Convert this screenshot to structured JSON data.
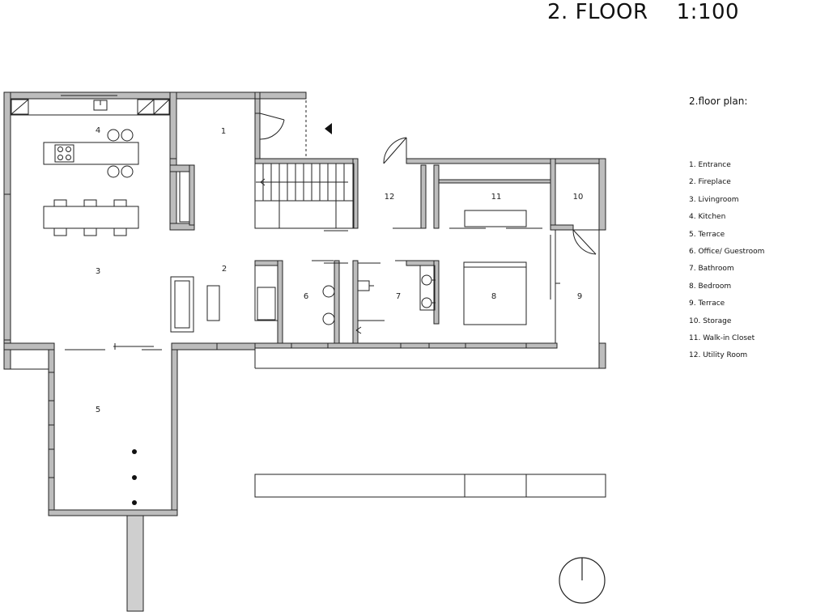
{
  "title": "2. FLOOR    1:100",
  "legend_heading": "2.floor plan:",
  "rooms": [
    {
      "num": "1",
      "name": "Entrance"
    },
    {
      "num": "2",
      "name": "Fireplace"
    },
    {
      "num": "3",
      "name": "Livingroom"
    },
    {
      "num": "4",
      "name": "Kitchen"
    },
    {
      "num": "5",
      "name": "Terrace"
    },
    {
      "num": "6",
      "name": "Office/ Guestroom"
    },
    {
      "num": "7",
      "name": "Bathroom"
    },
    {
      "num": "8",
      "name": "Bedroom"
    },
    {
      "num": "9",
      "name": "Terrace"
    },
    {
      "num": "10",
      "name": "Storage"
    },
    {
      "num": "11",
      "name": "Walk-in Closet"
    },
    {
      "num": "12",
      "name": "Utility Room"
    }
  ],
  "colors": {
    "wall": "#bdbdbd",
    "line": "#222222",
    "background": "#ffffff"
  },
  "icons": [
    "compass-icon",
    "entrance-arrow-icon",
    "stair-arrow-icon"
  ]
}
